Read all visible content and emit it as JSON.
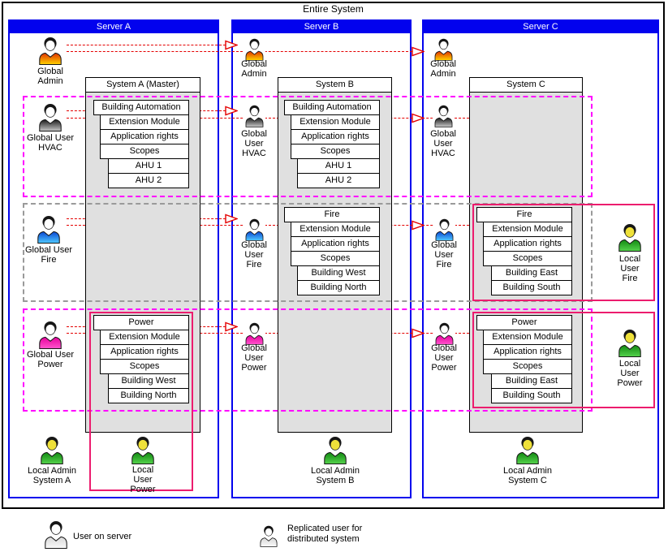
{
  "title": "Entire System",
  "servers": {
    "a": {
      "name": "Server A",
      "system_title": "System A (Master)"
    },
    "b": {
      "name": "Server B",
      "system_title": "System B"
    },
    "c": {
      "name": "Server C",
      "system_title": "System C"
    }
  },
  "stacks": {
    "a_hvac": [
      "Building Automation",
      "Extension Module",
      "Application rights",
      "Scopes",
      "AHU 1",
      "AHU 2"
    ],
    "b_hvac": [
      "Building Automation",
      "Extension Module",
      "Application rights",
      "Scopes",
      "AHU 1",
      "AHU 2"
    ],
    "b_fire": [
      "Fire",
      "Extension Module",
      "Application rights",
      "Scopes",
      "Building West",
      "Building North"
    ],
    "c_fire": [
      "Fire",
      "Extension Module",
      "Application rights",
      "Scopes",
      "Building East",
      "Building South"
    ],
    "a_power": [
      "Power",
      "Extension Module",
      "Application rights",
      "Scopes",
      "Building West",
      "Building North"
    ],
    "c_power": [
      "Power",
      "Extension Module",
      "Application rights",
      "Scopes",
      "Building East",
      "Building South"
    ]
  },
  "users": {
    "a_admin": {
      "label": "Global\nAdmin"
    },
    "b_admin": {
      "label": "Global\nAdmin"
    },
    "c_admin": {
      "label": "Global\nAdmin"
    },
    "a_hvac": {
      "label": "Global User\nHVAC"
    },
    "b_hvac": {
      "label": "Global\nUser\nHVAC"
    },
    "c_hvac": {
      "label": "Global\nUser\nHVAC"
    },
    "a_fire": {
      "label": "Global User\nFire"
    },
    "b_fire": {
      "label": "Global\nUser\nFire"
    },
    "c_fire": {
      "label": "Global\nUser\nFire"
    },
    "a_power": {
      "label": "Global User\nPower"
    },
    "b_power": {
      "label": "Global\nUser\nPower"
    },
    "c_power": {
      "label": "Global\nUser\nPower"
    },
    "a_local_admin": {
      "label": "Local Admin\nSystem A"
    },
    "b_local_admin": {
      "label": "Local Admin\nSystem B"
    },
    "c_local_admin": {
      "label": "Local Admin\nSystem C"
    },
    "a_local_user_power": {
      "label": "Local\nUser\nPower"
    },
    "c_local_user_fire": {
      "label": "Local\nUser\nFire"
    },
    "c_local_user_power": {
      "label": "Local\nUser\nPower"
    }
  },
  "legend": {
    "user_on_server": "User on server",
    "replicated_user": "Replicated user for\ndistributed system"
  },
  "colors": {
    "server_header_blue": "#0202ee",
    "replication_arrow_red": "#e40000",
    "group_dashed_magenta": "#ff00ff",
    "group_dashed_gray": "#9a9a9a",
    "scope_solid_pink": "#ec1c6e",
    "system_body_gray": "#e0e0e0",
    "shirt_admin": "#ff7a00",
    "shirt_hvac": "#6e6e6e",
    "shirt_fire": "#1e78ff",
    "shirt_power": "#ff00be",
    "shirt_local": "#2db52d",
    "shirt_legend": "#e9e9e9",
    "local_face_yellow": "#efe13a"
  }
}
